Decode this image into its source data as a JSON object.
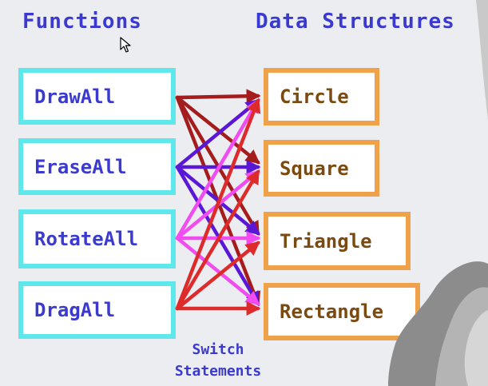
{
  "titles": {
    "functions": "Functions",
    "data_structures": "Data Structures"
  },
  "functions": [
    "DrawAll",
    "EraseAll",
    "RotateAll",
    "DragAll"
  ],
  "data_structures": [
    "Circle",
    "Square",
    "Triangle",
    "Rectangle"
  ],
  "caption": {
    "line1": "Switch",
    "line2": "Statements"
  },
  "colors": {
    "title_text": "#3a3ad0",
    "function_border": "#5ee8ec",
    "data_border": "#f0a24a",
    "data_text": "#7a4a10",
    "arrow_colors": [
      "#a51c1c",
      "#5a17d6",
      "#f04cf0",
      "#dd2a2a"
    ]
  },
  "icons": {
    "cursor": "mouse-pointer-icon"
  }
}
